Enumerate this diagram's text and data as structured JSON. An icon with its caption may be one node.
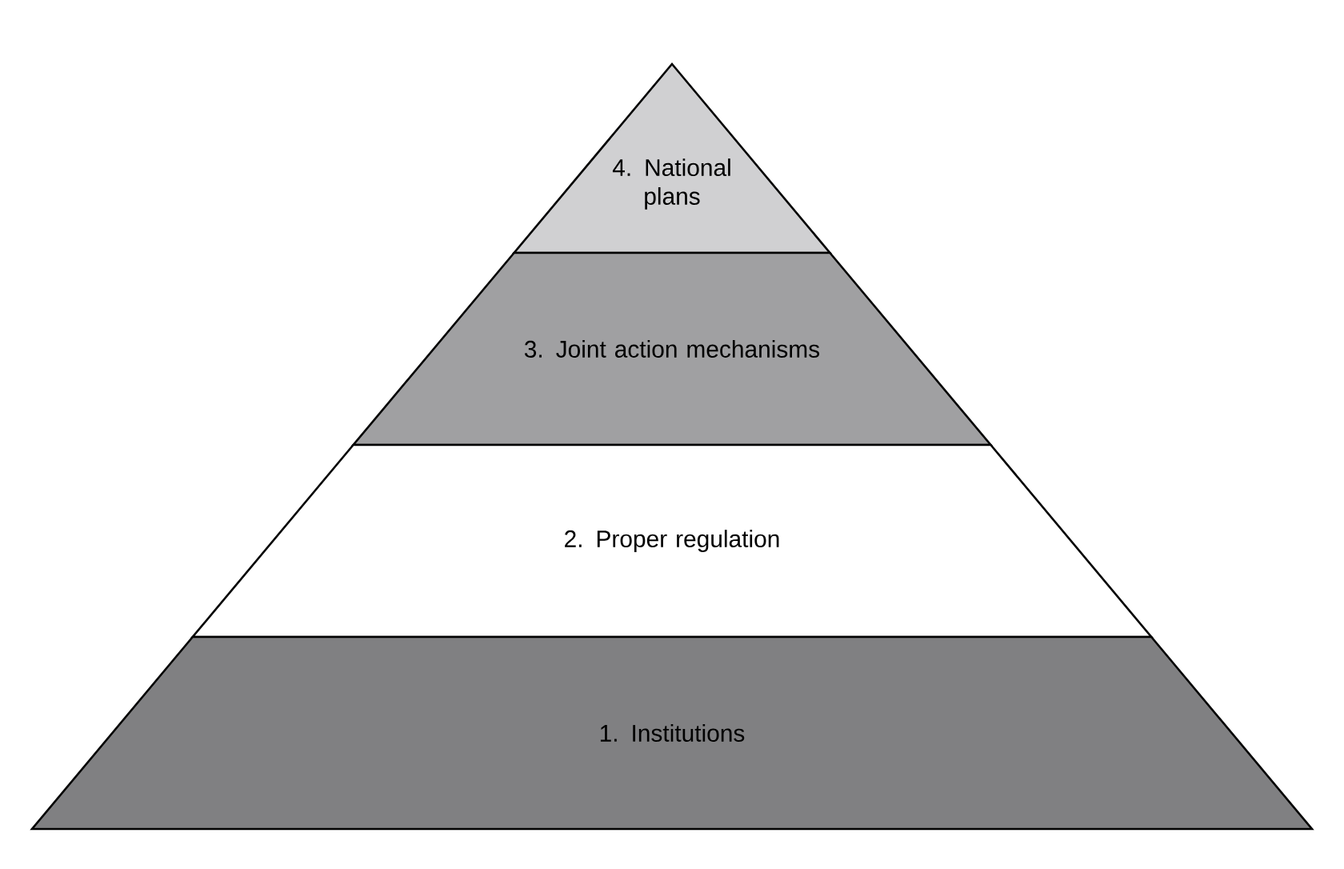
{
  "diagram": {
    "nodes": [
      {
        "text": [
          "4. National plans"
        ]
      },
      {
        "text": [
          "3. Joint action mechanisms"
        ]
      },
      {
        "text": [
          "2. Proper regulation"
        ]
      },
      {
        "text": [
          "1. Institutions"
        ]
      }
    ]
  }
}
